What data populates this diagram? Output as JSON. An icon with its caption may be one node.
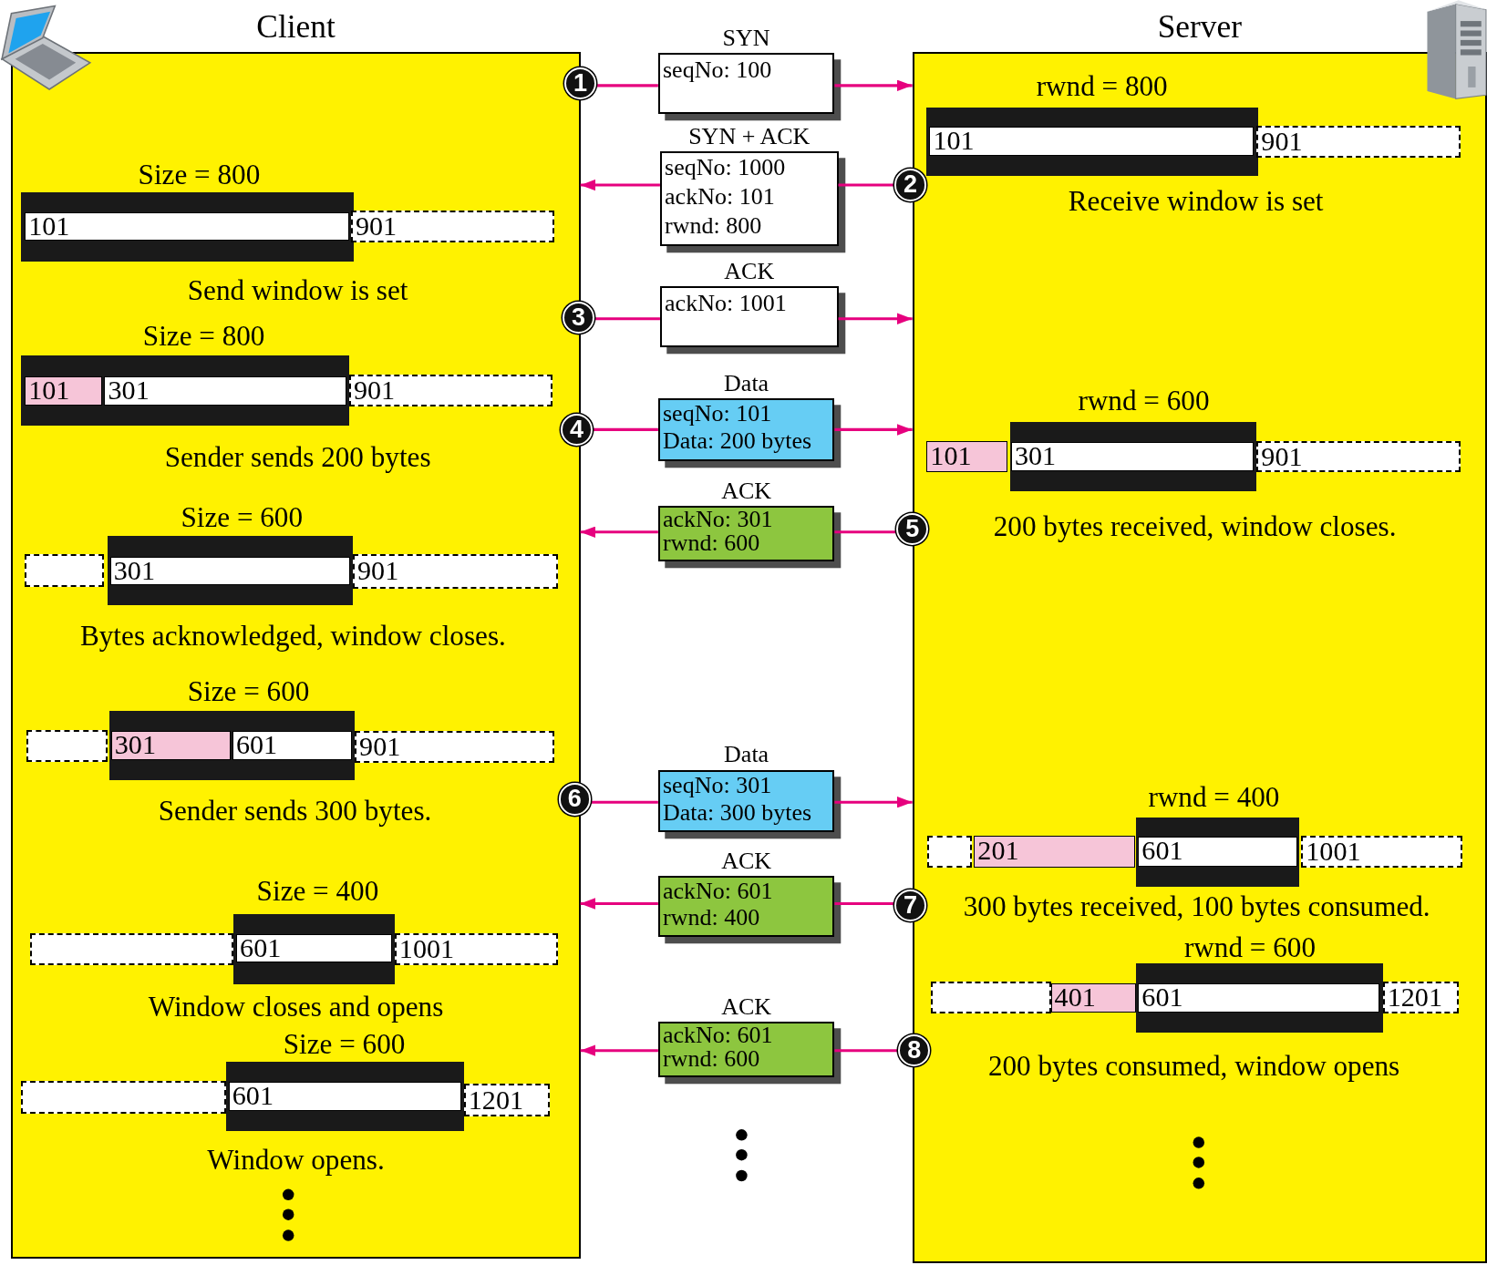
{
  "diagram": {
    "nodes": [
      {
        "text": [
          "Client"
        ]
      },
      {
        "text": [
          "Server"
        ]
      },
      {
        "text": [],
        "shape": "bar",
        "in": 0
      },
      {
        "text": [
          "101"
        ],
        "in": 2
      },
      {
        "text": [
          "901"
        ],
        "in": 0
      },
      {
        "text": [],
        "shape": "bar",
        "in": 0
      },
      {
        "text": [
          "101"
        ],
        "in": 5
      },
      {
        "text": [
          "301"
        ],
        "in": 5
      },
      {
        "text": [
          "901"
        ],
        "in": 0
      },
      {
        "text": [],
        "shape": "box",
        "in": 0
      },
      {
        "text": [],
        "shape": "bar",
        "in": 0
      },
      {
        "text": [
          "301"
        ],
        "in": 10
      },
      {
        "text": [
          "901"
        ],
        "in": 0
      },
      {
        "text": [],
        "shape": "box",
        "in": 0
      },
      {
        "text": [],
        "shape": "bar",
        "in": 0
      },
      {
        "text": [
          "301"
        ],
        "in": 14
      },
      {
        "text": [
          "601"
        ],
        "in": 14
      },
      {
        "text": [
          "901"
        ],
        "in": 0
      },
      {
        "text": [],
        "shape": "box",
        "in": 0
      },
      {
        "text": [],
        "shape": "bar",
        "in": 0
      },
      {
        "text": [
          "601"
        ],
        "in": 19
      },
      {
        "text": [
          "1001"
        ],
        "in": 0
      },
      {
        "text": [],
        "shape": "box",
        "in": 0
      },
      {
        "text": [],
        "shape": "bar",
        "in": 0
      },
      {
        "text": [
          "601"
        ],
        "in": 23
      },
      {
        "text": [
          "1201"
        ],
        "in": 0
      },
      {
        "text": [],
        "shape": "bar",
        "in": 1
      },
      {
        "text": [
          "101"
        ],
        "in": 26
      },
      {
        "text": [
          "901"
        ],
        "in": 1
      },
      {
        "text": [
          "101"
        ],
        "in": 1
      },
      {
        "text": [],
        "shape": "bar",
        "in": 1
      },
      {
        "text": [
          "301"
        ],
        "in": 30
      },
      {
        "text": [
          "901"
        ],
        "in": 1
      },
      {
        "text": [],
        "shape": "box",
        "in": 1
      },
      {
        "text": [
          "201"
        ],
        "in": 1
      },
      {
        "text": [],
        "shape": "bar",
        "in": 1
      },
      {
        "text": [
          "601"
        ],
        "in": 35
      },
      {
        "text": [
          "1001"
        ],
        "in": 1
      },
      {
        "text": [],
        "shape": "box",
        "in": 1
      },
      {
        "text": [
          "401"
        ],
        "in": 1
      },
      {
        "text": [],
        "shape": "bar",
        "in": 1
      },
      {
        "text": [
          "601"
        ],
        "in": 40
      },
      {
        "text": [
          "1201"
        ],
        "in": 1
      },
      {
        "text": [
          "1"
        ]
      },
      {
        "text": [
          "SYN",
          "seqNo: 100"
        ]
      },
      {
        "text": [
          "2"
        ]
      },
      {
        "text": [
          "SYN + ACK",
          "seqNo: 1000",
          "ackNo: 101",
          "rwnd: 800"
        ]
      },
      {
        "text": [
          "3"
        ]
      },
      {
        "text": [
          "ACK",
          "ackNo: 1001"
        ]
      },
      {
        "text": [
          "4"
        ]
      },
      {
        "text": [
          "Data",
          "seqNo: 101",
          "Data: 200 bytes"
        ]
      },
      {
        "text": [
          "5"
        ]
      },
      {
        "text": [
          "ACK",
          "ackNo: 301",
          "rwnd: 600"
        ]
      },
      {
        "text": [
          "6"
        ]
      },
      {
        "text": [
          "Data",
          "seqNo: 301",
          "Data: 300 bytes"
        ]
      },
      {
        "text": [
          "7"
        ]
      },
      {
        "text": [
          "ACK",
          "ackNo: 601",
          "rwnd: 400"
        ]
      },
      {
        "text": [
          "8"
        ]
      },
      {
        "text": [
          "ACK",
          "ackNo: 601",
          "rwnd: 600"
        ]
      }
    ],
    "edges": [
      {
        "from": 43,
        "to": 44,
        "arrow": "none"
      },
      {
        "from": 44,
        "to": 1,
        "arrow": "to"
      },
      {
        "from": 45,
        "to": 46,
        "arrow": "none"
      },
      {
        "from": 46,
        "to": 0,
        "arrow": "to"
      },
      {
        "from": 47,
        "to": 48,
        "arrow": "none"
      },
      {
        "from": 48,
        "to": 1,
        "arrow": "to"
      },
      {
        "from": 49,
        "to": 50,
        "arrow": "none"
      },
      {
        "from": 50,
        "to": 1,
        "arrow": "to"
      },
      {
        "from": 51,
        "to": 52,
        "arrow": "none"
      },
      {
        "from": 52,
        "to": 0,
        "arrow": "to"
      },
      {
        "from": 53,
        "to": 54,
        "arrow": "none"
      },
      {
        "from": 54,
        "to": 1,
        "arrow": "to"
      },
      {
        "from": 55,
        "to": 56,
        "arrow": "none"
      },
      {
        "from": 56,
        "to": 0,
        "arrow": "to"
      },
      {
        "from": 57,
        "to": 58,
        "arrow": "none"
      },
      {
        "from": 58,
        "to": 0,
        "arrow": "to"
      }
    ],
    "labels": [
      "Size = 800",
      "Send window is set",
      "Size = 800",
      "Sender sends 200 bytes",
      "Size = 600",
      "Bytes acknowledged, window closes.",
      "Size = 600",
      "Sender sends 300 bytes.",
      "Size = 400",
      "Window closes and opens",
      "Size = 600",
      "Window opens.",
      "rwnd = 800",
      "Receive window is set",
      "rwnd = 600",
      "200 bytes received, window closes.",
      "rwnd = 400",
      "300 bytes received, 100 bytes consumed.",
      "rwnd = 600",
      "200 bytes consumed, window opens"
    ]
  }
}
